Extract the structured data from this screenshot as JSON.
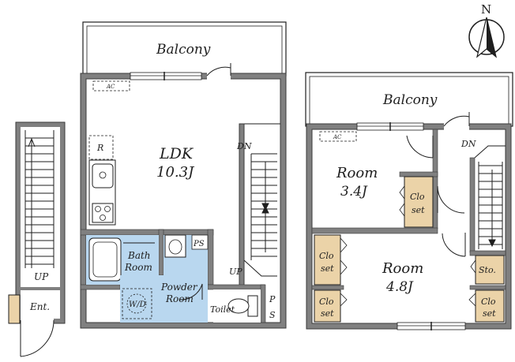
{
  "compass": {
    "label": "N",
    "icon": "north-arrow-icon"
  },
  "middle_unit": {
    "balcony": "Balcony",
    "ldk": {
      "name": "LDK",
      "size": "10.3J"
    },
    "ac": "AC",
    "fridge": "R",
    "stairs": "DN",
    "stairs_up": "UP",
    "bath": {
      "line1": "Bath",
      "line2": "Room"
    },
    "powder": {
      "line1": "Powder",
      "line2": "Room"
    },
    "washer": "W/D",
    "toilet": "Toilet",
    "ps_top": "PS",
    "ps_side": {
      "line1": "P",
      "line2": "S"
    }
  },
  "upper_floor": {
    "balcony": "Balcony",
    "ac": "AC",
    "stairs": "DN",
    "room_north": {
      "name": "Room",
      "size": "3.4J"
    },
    "room_south": {
      "name": "Room",
      "size": "4.8J"
    },
    "closet": {
      "line1": "Clo",
      "line2": "set"
    },
    "storage": "Sto."
  },
  "entrance_unit": {
    "stairs_up": "UP",
    "entrance": "Ent."
  },
  "colors": {
    "wall": "#808080",
    "wall_border": "#3a3a3a",
    "bath_fill": "#b9d7ef",
    "closet_fill": "#ebd3a8",
    "ink": "#1e1e1e"
  }
}
